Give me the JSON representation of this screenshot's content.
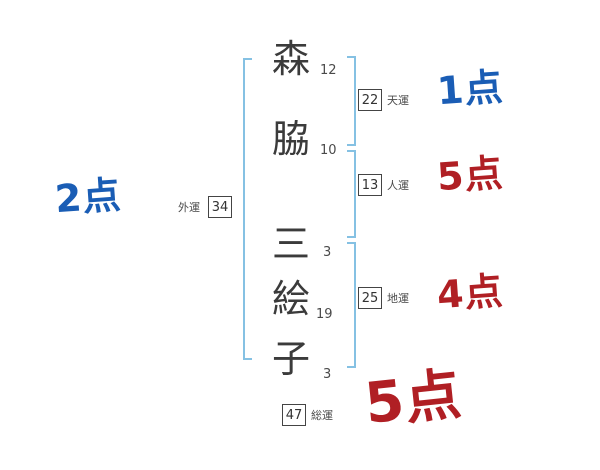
{
  "name_chars": [
    {
      "char": "森",
      "strokes": "12"
    },
    {
      "char": "脇",
      "strokes": "10"
    },
    {
      "char": "三",
      "strokes": "3"
    },
    {
      "char": "絵",
      "strokes": "19"
    },
    {
      "char": "子",
      "strokes": "3"
    }
  ],
  "fortunes": {
    "heaven": {
      "label": "天運",
      "value": "22",
      "score": "1点",
      "score_color": "#1a5db5"
    },
    "person": {
      "label": "人運",
      "value": "13",
      "score": "5点",
      "score_color": "#b01f24"
    },
    "earth": {
      "label": "地運",
      "value": "25",
      "score": "4点",
      "score_color": "#b01f24"
    },
    "outer": {
      "label": "外運",
      "value": "34",
      "score": "2点",
      "score_color": "#1a5db5"
    },
    "total": {
      "label": "総運",
      "value": "47",
      "score": "5点",
      "score_color": "#b01f24"
    }
  },
  "colors": {
    "blue": "#1a5db5",
    "red": "#b01f24",
    "bracket": "#85c1e3",
    "text": "#3b3b3b"
  }
}
